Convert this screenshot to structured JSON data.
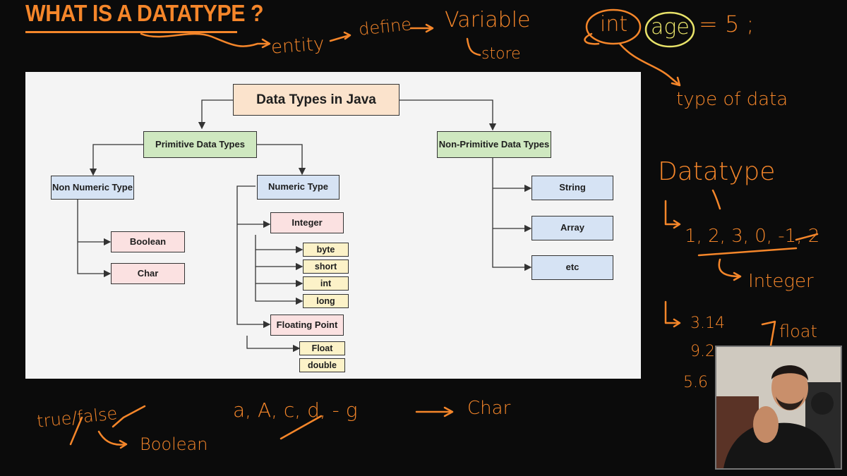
{
  "slide": {
    "title": "WHAT IS A DATATYPE ?"
  },
  "diagram": {
    "root": "Data Types in Java",
    "primitive": "Primitive Data Types",
    "non_primitive": "Non-Primitive Data Types",
    "non_numeric": "Non Numeric Type",
    "numeric": "Numeric Type",
    "boolean": "Boolean",
    "char": "Char",
    "integer": "Integer",
    "integer_types": [
      "byte",
      "short",
      "int",
      "long"
    ],
    "floating_point": "Floating Point",
    "float_types": [
      "Float",
      "double"
    ],
    "non_primitive_types": [
      "String",
      "Array",
      "etc"
    ]
  },
  "annotations": {
    "entity": "entity",
    "define": "define",
    "variable": "Variable",
    "store": "store",
    "code_int": "int",
    "code_age": "age",
    "code_rest": "= 5 ;",
    "type_of_data": "type of data",
    "datatype": "Datatype",
    "integer_examples": "1, 2, 3, 0, -1, 2",
    "integer_label": "Integer",
    "float_ex_1": "3.14",
    "float_ex_2": "9.2",
    "float_ex_3": "5.6",
    "float_label": "float",
    "true_false": "true/false",
    "boolean_label": "Boolean",
    "char_examples": "a, A, c, d, - g",
    "char_label": "Char"
  },
  "colors": {
    "accent": "#f5862a",
    "highlight": "#e9e46a",
    "background": "#0b0b0b",
    "panel": "#f4f4f4"
  }
}
